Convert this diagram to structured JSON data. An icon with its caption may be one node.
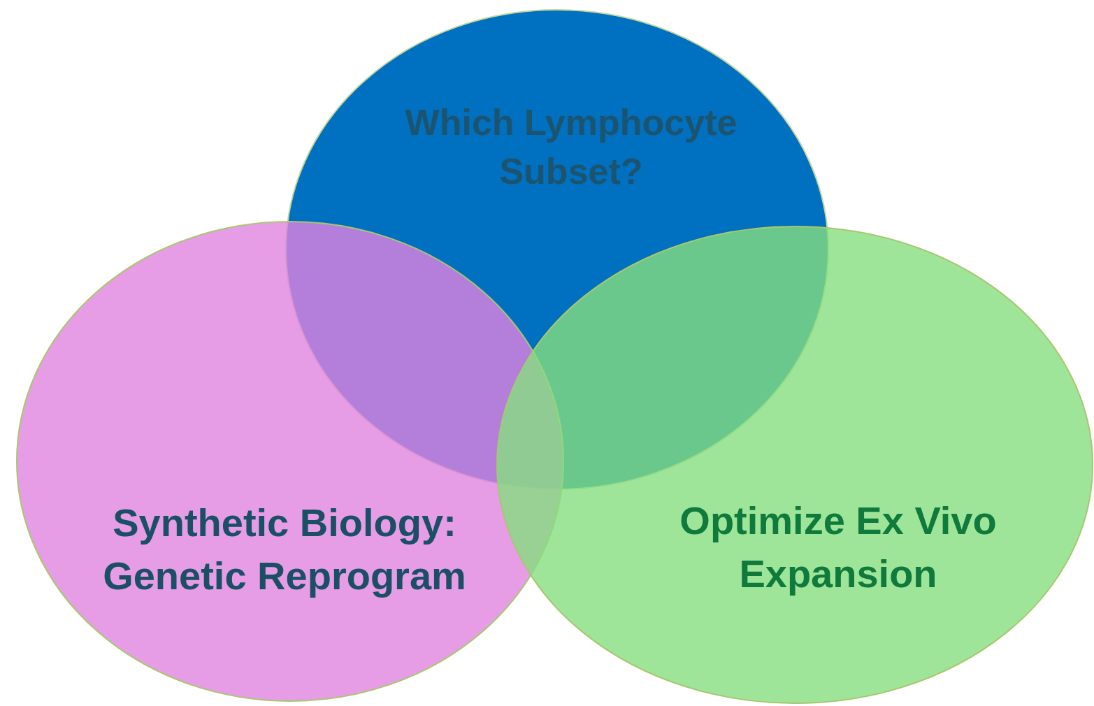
{
  "diagram": {
    "nodes": [
      {
        "text": [
          "Which Lymphocyte Subset?"
        ]
      },
      {
        "text": [
          "Synthetic Biology: Genetic Reprogram"
        ]
      },
      {
        "text": [
          "Optimize Ex Vivo Expansion"
        ]
      }
    ]
  }
}
